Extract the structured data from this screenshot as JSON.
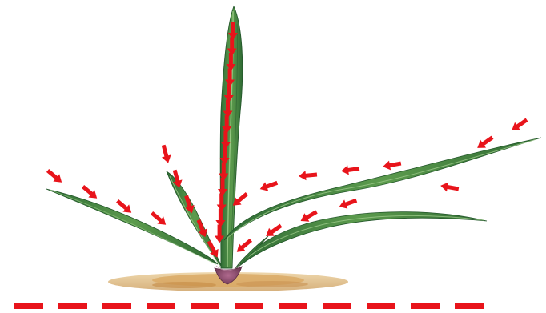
{
  "figure": {
    "subject": "grass-seedling-illustration",
    "arrow_color": "#e8141b",
    "leaf_colors": {
      "dark": "#2e6b35",
      "mid": "#4f8f43",
      "light": "#8cc07a"
    },
    "soil_color": "#d9b172",
    "stem_base_color": "#8a4a6e",
    "ground_line_color": "#e8141b",
    "arrows": [
      {
        "id": "central-leaf",
        "count": 14
      },
      {
        "id": "left-leaf",
        "count": 4
      },
      {
        "id": "inner-left-leaf",
        "count": 5
      },
      {
        "id": "far-right-upper",
        "count": 3
      },
      {
        "id": "upper-right-leaf",
        "count": 4
      },
      {
        "id": "lower-right-leaf",
        "count": 3
      },
      {
        "id": "near-center-right",
        "count": 2
      }
    ],
    "ground_dashes": 11
  }
}
